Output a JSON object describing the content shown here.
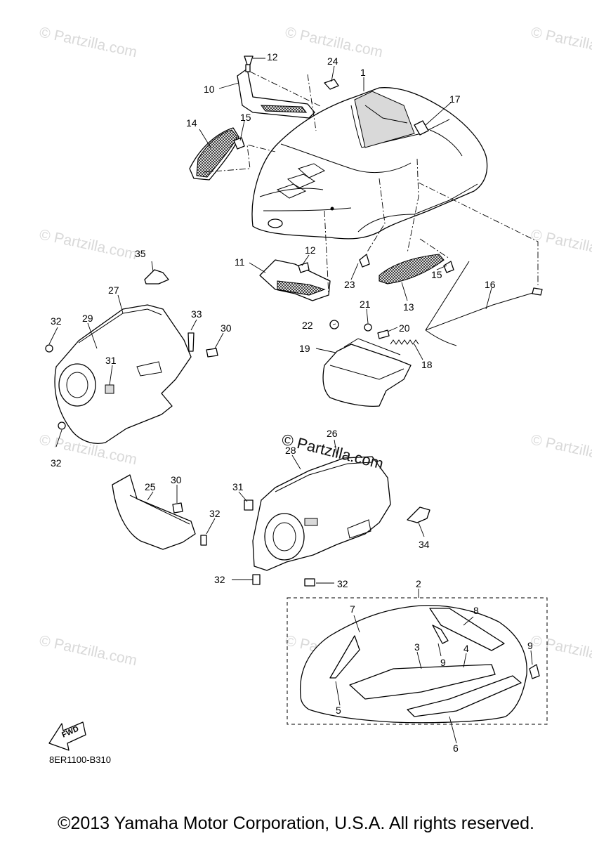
{
  "watermarks": [
    "© Partzilla.com",
    "© Partzilla.com",
    "© Partzilla.com",
    "© Partzilla.com",
    "© Partzilla.com",
    "© Partzilla.com",
    "© Partzilla.com",
    "© Partzilla.com",
    "© Partzilla.com",
    "© Partzilla.com"
  ],
  "center_watermark": "© Partzilla.com",
  "callouts": [
    "1",
    "2",
    "3",
    "4",
    "5",
    "6",
    "7",
    "8",
    "9",
    "9",
    "10",
    "11",
    "12",
    "12",
    "13",
    "14",
    "15",
    "15",
    "16",
    "17",
    "18",
    "19",
    "20",
    "21",
    "22",
    "23",
    "24",
    "25",
    "26",
    "27",
    "28",
    "29",
    "30",
    "30",
    "31",
    "31",
    "32",
    "32",
    "32",
    "32",
    "32",
    "33",
    "34",
    "35"
  ],
  "fwd_label": "FWD",
  "diagram_code": "8ER1100-B310",
  "copyright": "©2013 Yamaha Motor Corporation, U.S.A. All rights reserved."
}
